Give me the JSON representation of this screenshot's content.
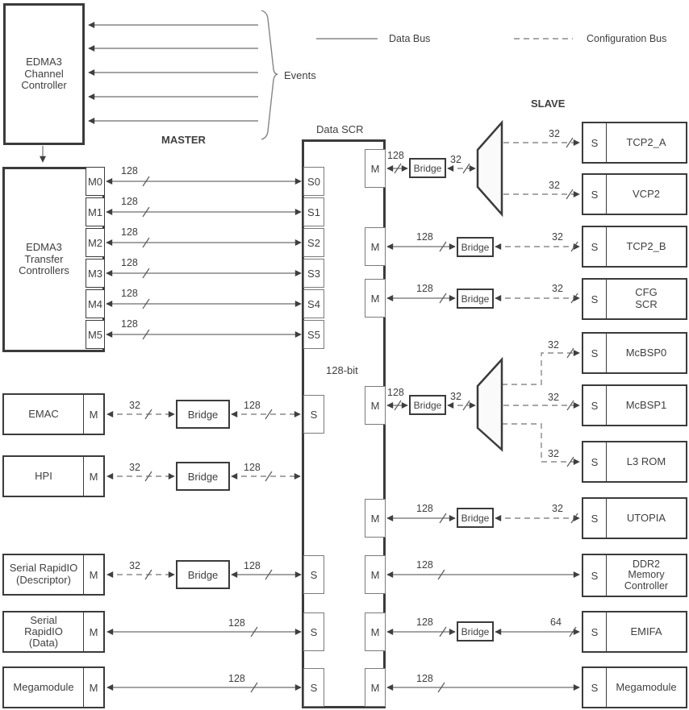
{
  "legend": {
    "data_bus": "Data Bus",
    "configuration_bus": "Configuration Bus"
  },
  "labels": {
    "events": "Events",
    "master": "MASTER",
    "slave": "SLAVE",
    "data_scr": "Data SCR",
    "scr_width": "128-bit"
  },
  "colors": {
    "line": "#858585",
    "border": "#3b3b3b",
    "text": "#3f3f3f"
  },
  "edma3_channel_controller": {
    "title": "EDMA3 Channel\nController"
  },
  "edma3_transfer_controllers": {
    "title": "EDMA3\nTransfer\nControllers",
    "ports": [
      "M0",
      "M1",
      "M2",
      "M3",
      "M4",
      "M5"
    ]
  },
  "data_scr": {
    "slave_ports": [
      "S0",
      "S1",
      "S2",
      "S3",
      "S4",
      "S5"
    ],
    "lower_slave_ports": [
      "S",
      "S",
      "S",
      "S"
    ],
    "master_ports": [
      "M",
      "M",
      "M",
      "M",
      "M",
      "M",
      "M",
      "M"
    ]
  },
  "bridge_label": "Bridge",
  "masters": [
    {
      "name": "EMAC",
      "port": "M"
    },
    {
      "name": "HPI",
      "port": "M"
    },
    {
      "name": "Serial RapidIO\n(Descriptor)",
      "port": "M"
    },
    {
      "name": "Serial\nRapidIO\n(Data)",
      "port": "M"
    },
    {
      "name": "Megamodule",
      "port": "M"
    }
  ],
  "slaves": [
    {
      "name": "TCP2_A",
      "port": "S"
    },
    {
      "name": "VCP2",
      "port": "S"
    },
    {
      "name": "TCP2_B",
      "port": "S"
    },
    {
      "name": "CFG\nSCR",
      "port": "S"
    },
    {
      "name": "McBSP0",
      "port": "S"
    },
    {
      "name": "McBSP1",
      "port": "S"
    },
    {
      "name": "L3 ROM",
      "port": "S"
    },
    {
      "name": "UTOPIA",
      "port": "S"
    },
    {
      "name": "DDR2\nMemory\nController",
      "port": "S"
    },
    {
      "name": "EMIFA",
      "port": "S"
    },
    {
      "name": "Megamodule",
      "port": "S"
    }
  ],
  "bus_widths": {
    "tc": [
      "128",
      "128",
      "128",
      "128",
      "128",
      "128"
    ],
    "emac_m": "32",
    "emac_scr": "128",
    "hpi_m": "32",
    "hpi_scr": "128",
    "srio_desc_m": "32",
    "srio_desc_scr": "128",
    "srio_data": "128",
    "megamodule_master": "128",
    "tcp2_mux_scr": "128",
    "tcp2_mux_in": "32",
    "tcp2_a": "32",
    "vcp2": "32",
    "tcp2_b_scr": "128",
    "tcp2_b": "32",
    "cfg_scr_scr": "128",
    "cfg_scr": "32",
    "mcbsp_mux_scr": "128",
    "mcbsp_mux_in": "32",
    "mcbsp0": "32",
    "mcbsp1": "32",
    "l3_rom": "32",
    "utopia_scr": "128",
    "utopia": "32",
    "ddr2": "128",
    "emifa_scr": "128",
    "emifa": "64",
    "megamodule_slave": "128"
  }
}
